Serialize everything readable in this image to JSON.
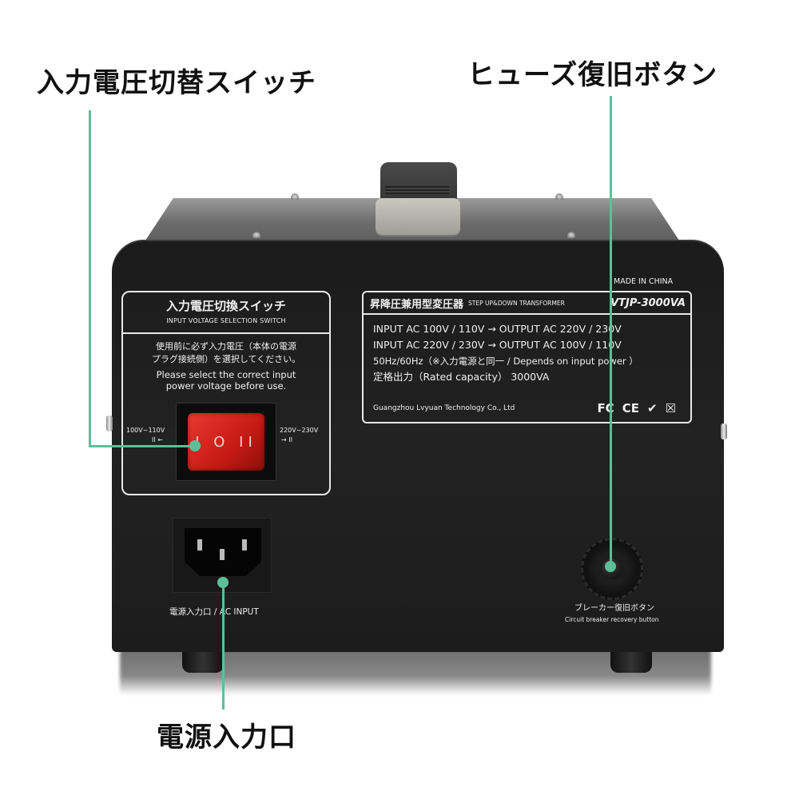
{
  "callouts": {
    "voltage_switch": "入力電圧切替スイッチ",
    "fuse_button": "ヒューズ復旧ボタン",
    "power_inlet": "電源入力口"
  },
  "left_label": {
    "title_jp": "入力電圧切換スイッチ",
    "title_en": "INPUT VOLTAGE SELECTION SWITCH",
    "instruction_jp_1": "使用前に必ず入力電圧（本体の電源",
    "instruction_jp_2": "プラグ接続側）を選択してください。",
    "instruction_en_1": "Please select the correct input",
    "instruction_en_2": "power voltage before use.",
    "left_position": "100V~110V",
    "right_position": "220V~230V",
    "left_icon": "II ←",
    "right_icon": "→ II",
    "rocker_symbols": "I O II"
  },
  "right_label": {
    "made_in": "MADE IN CHINA",
    "title_jp": "昇降圧兼用型変圧器",
    "title_en": "STEP UP&DOWN TRANSFORMER",
    "model": "VTJP-3000VA",
    "rows": [
      "INPUT AC 100V / 110V  →  OUTPUT AC 220V / 230V",
      "INPUT AC 220V / 230V  →  OUTPUT AC 100V / 110V",
      "50Hz/60Hz（※入力電源と同一 / Depends on input power ）",
      "定格出力（Rated capacity） 3000VA"
    ],
    "company": "Guangzhou Lvyuan Technology Co., Ltd",
    "certs": [
      "FC",
      "CE",
      "✔",
      "☒"
    ]
  },
  "ac_input": {
    "label": "電源入力口 / AC INPUT"
  },
  "breaker": {
    "label_jp": "ブレーカー復旧ボタン",
    "label_en": "Circuit breaker recovery button"
  },
  "colors": {
    "callout_line": "#5bbf9a",
    "panel": "#1e1e1e",
    "rocker": "#d42a22"
  }
}
